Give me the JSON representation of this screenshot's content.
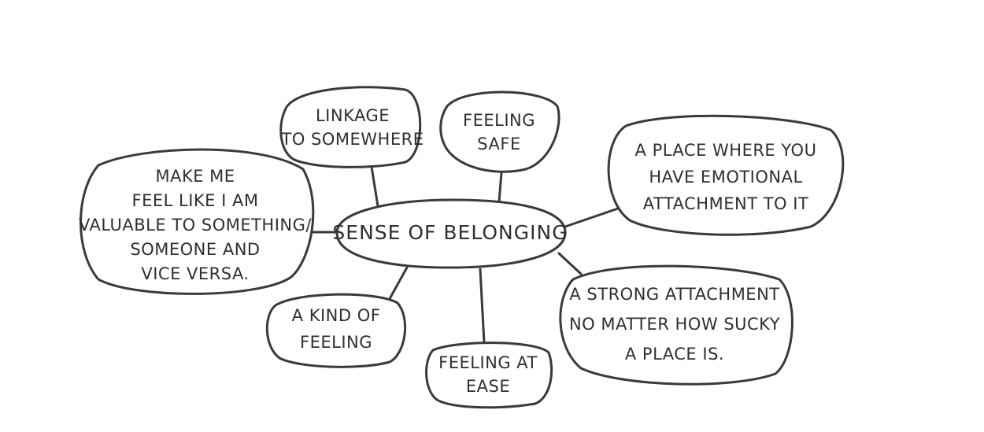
{
  "diagram": {
    "center": {
      "lines": [
        "SENSE OF BELONGING"
      ]
    },
    "bubbles": [
      {
        "id": "linkage",
        "lines": [
          "LINKAGE",
          "TO SOMEWHERE"
        ]
      },
      {
        "id": "safe",
        "lines": [
          "FEELING",
          "SAFE"
        ]
      },
      {
        "id": "emotional",
        "lines": [
          "A PLACE WHERE YOU",
          "HAVE EMOTIONAL",
          "ATTACHMENT TO IT"
        ]
      },
      {
        "id": "valuable",
        "lines": [
          "MAKE ME",
          "FEEL LIKE I AM",
          "VALUABLE TO SOMETHING/",
          "SOMEONE AND",
          "VICE VERSA."
        ]
      },
      {
        "id": "kind",
        "lines": [
          "A KIND OF",
          "FEELING"
        ]
      },
      {
        "id": "ease",
        "lines": [
          "FEELING AT",
          "EASE"
        ]
      },
      {
        "id": "strong",
        "lines": [
          "A STRONG ATTACHMENT",
          "NO MATTER HOW SUCKY",
          "A PLACE IS."
        ]
      }
    ]
  }
}
